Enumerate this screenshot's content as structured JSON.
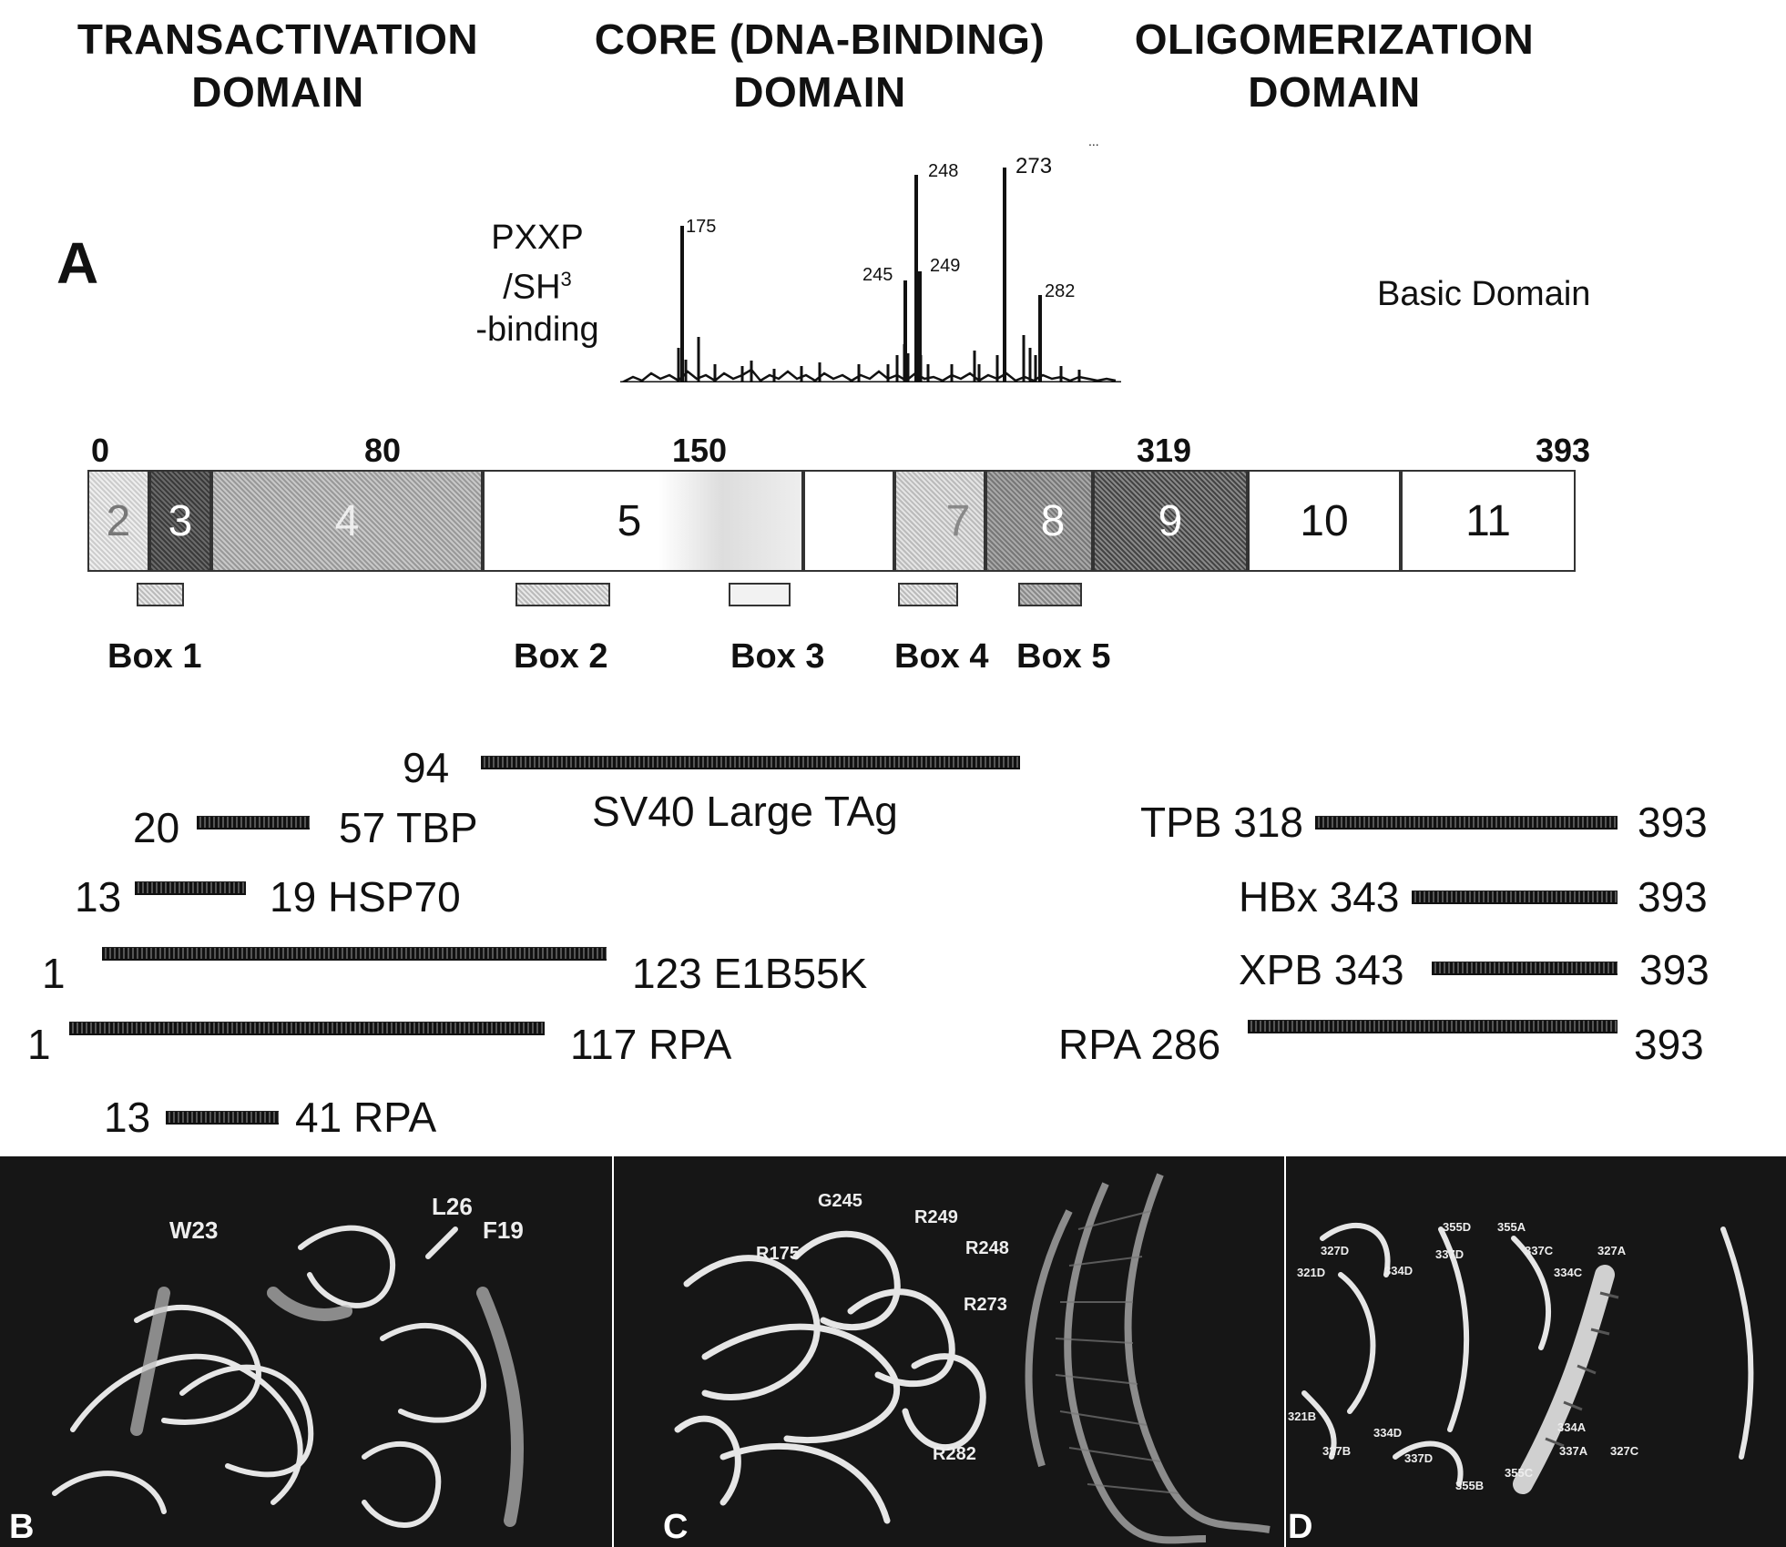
{
  "headers": {
    "transactivation": [
      "TRANSACTIVATION",
      "DOMAIN"
    ],
    "core": [
      "CORE (DNA-BINDING)",
      "DOMAIN"
    ],
    "oligomerization": [
      "OLIGOMERIZATION",
      "DOMAIN"
    ]
  },
  "panel_a": {
    "letter": "A",
    "pxxp": [
      "PXXP",
      "/SH",
      "3",
      "-binding"
    ],
    "basic_domain": "Basic Domain",
    "hotspot_labels": [
      "175",
      "245",
      "248",
      "249",
      "273",
      "282"
    ],
    "hotspot_cut_label": "...",
    "scale": [
      "0",
      "80",
      "150",
      "319",
      "393"
    ],
    "exons": [
      "2",
      "3",
      "4",
      "5",
      "7",
      "8",
      "9",
      "10",
      "11"
    ],
    "boxes": [
      "Box 1",
      "Box 2",
      "Box 3",
      "Box 4",
      "Box 5"
    ]
  },
  "interactions_left": [
    {
      "start": "94",
      "end": "",
      "name": "SV40 Large TAg"
    },
    {
      "start": "20",
      "end": "57",
      "name": "TBP"
    },
    {
      "start": "13",
      "end": "19",
      "name": "HSP70"
    },
    {
      "start": "1",
      "end": "123",
      "name": "E1B55K"
    },
    {
      "start": "1",
      "end": "117",
      "name": "RPA"
    },
    {
      "start": "13",
      "end": "41",
      "name": "RPA"
    }
  ],
  "interactions_right": [
    {
      "name": "TPB",
      "start": "318",
      "end": "393"
    },
    {
      "name": "HBx",
      "start": "343",
      "end": "393"
    },
    {
      "name": "XPB",
      "start": "343",
      "end": "393"
    },
    {
      "name": "RPA",
      "start": "286",
      "end": "393"
    }
  ],
  "panel_b": {
    "letter": "B",
    "labels": [
      "W23",
      "L26",
      "F19"
    ]
  },
  "panel_c": {
    "letter": "C",
    "labels": [
      "G245",
      "R175",
      "R249",
      "R248",
      "R273",
      "R282"
    ]
  },
  "panel_d": {
    "letter": "D",
    "labels": [
      "327D",
      "334D",
      "355D",
      "337D",
      "355A",
      "337C",
      "334C",
      "327A",
      "321D",
      "321B",
      "327B",
      "334D",
      "337D",
      "355B",
      "355C",
      "334A",
      "337A",
      "327C"
    ]
  }
}
